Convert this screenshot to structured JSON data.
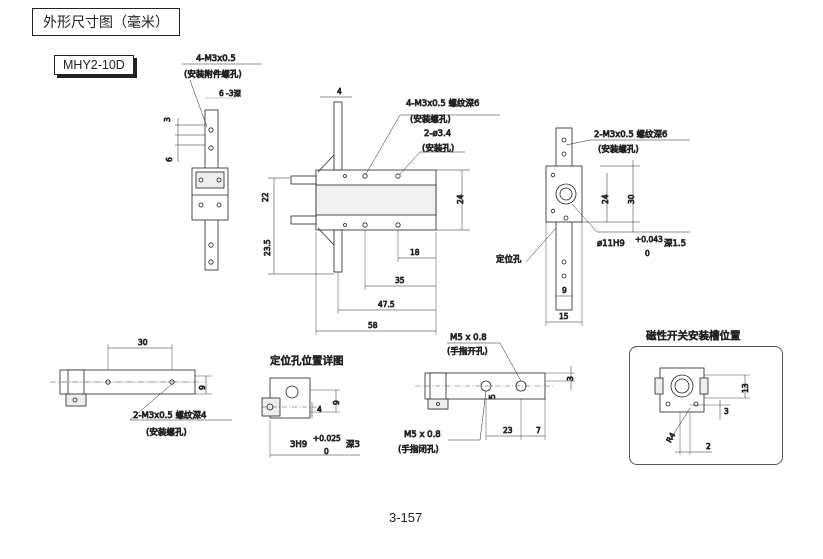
{
  "header": {
    "title": "外形尺寸图（毫米）",
    "model": "MHY2-10D"
  },
  "page_number": "3-157",
  "top_left_view": {
    "callout": "4-M3x0.5",
    "callout_sub": "(安装附件螺孔)",
    "dim_top": "6",
    "dim_top_sub": "-3深",
    "dim_left_a": "3",
    "dim_left_b": "6"
  },
  "center_view": {
    "callout1": "4-M3x0.5 螺纹深6",
    "callout1_sub": "(安装螺孔)",
    "callout2": "2-ø3.4",
    "callout2_sub": "(安装孔)",
    "dim_4": "4",
    "dim_22": "22",
    "dim_23_5": "23.5",
    "dim_24": "24",
    "dim_18": "18",
    "dim_35": "35",
    "dim_47_5": "47.5",
    "dim_58": "58"
  },
  "right_view": {
    "callout": "2-M3x0.5 螺纹深6",
    "callout_sub": "(安装螺孔)",
    "dim_24": "24",
    "dim_30": "30",
    "bore": "ø11H9",
    "bore_tol_upper": "+0.043",
    "bore_tol_lower": "0",
    "bore_depth": "深1.5",
    "locating_hole": "定位孔",
    "dim_9": "9",
    "dim_15": "15"
  },
  "bottom_left_view": {
    "dim_30": "30",
    "dim_9": "9",
    "callout": "2-M3x0.5 螺纹深4",
    "callout_sub": "(安装螺孔)"
  },
  "detail_view": {
    "title": "定位孔位置详图",
    "dim_4": "4",
    "dim_9": "9",
    "hole": "3H9",
    "hole_tol_upper": "+0.025",
    "hole_tol_lower": "0",
    "hole_depth": "深3"
  },
  "bottom_center_view": {
    "port_open": "M5 x 0.8",
    "port_open_sub": "(手指开孔)",
    "port_close": "M5 x 0.8",
    "port_close_sub": "(手指闭孔)",
    "dim_3": "3",
    "dim_5": "5",
    "dim_23": "23",
    "dim_7": "7"
  },
  "inset_view": {
    "title": "磁性开关安装槽位置",
    "dim_13": "13",
    "dim_3": "3",
    "dim_2": "2",
    "dim_r": "R4"
  }
}
